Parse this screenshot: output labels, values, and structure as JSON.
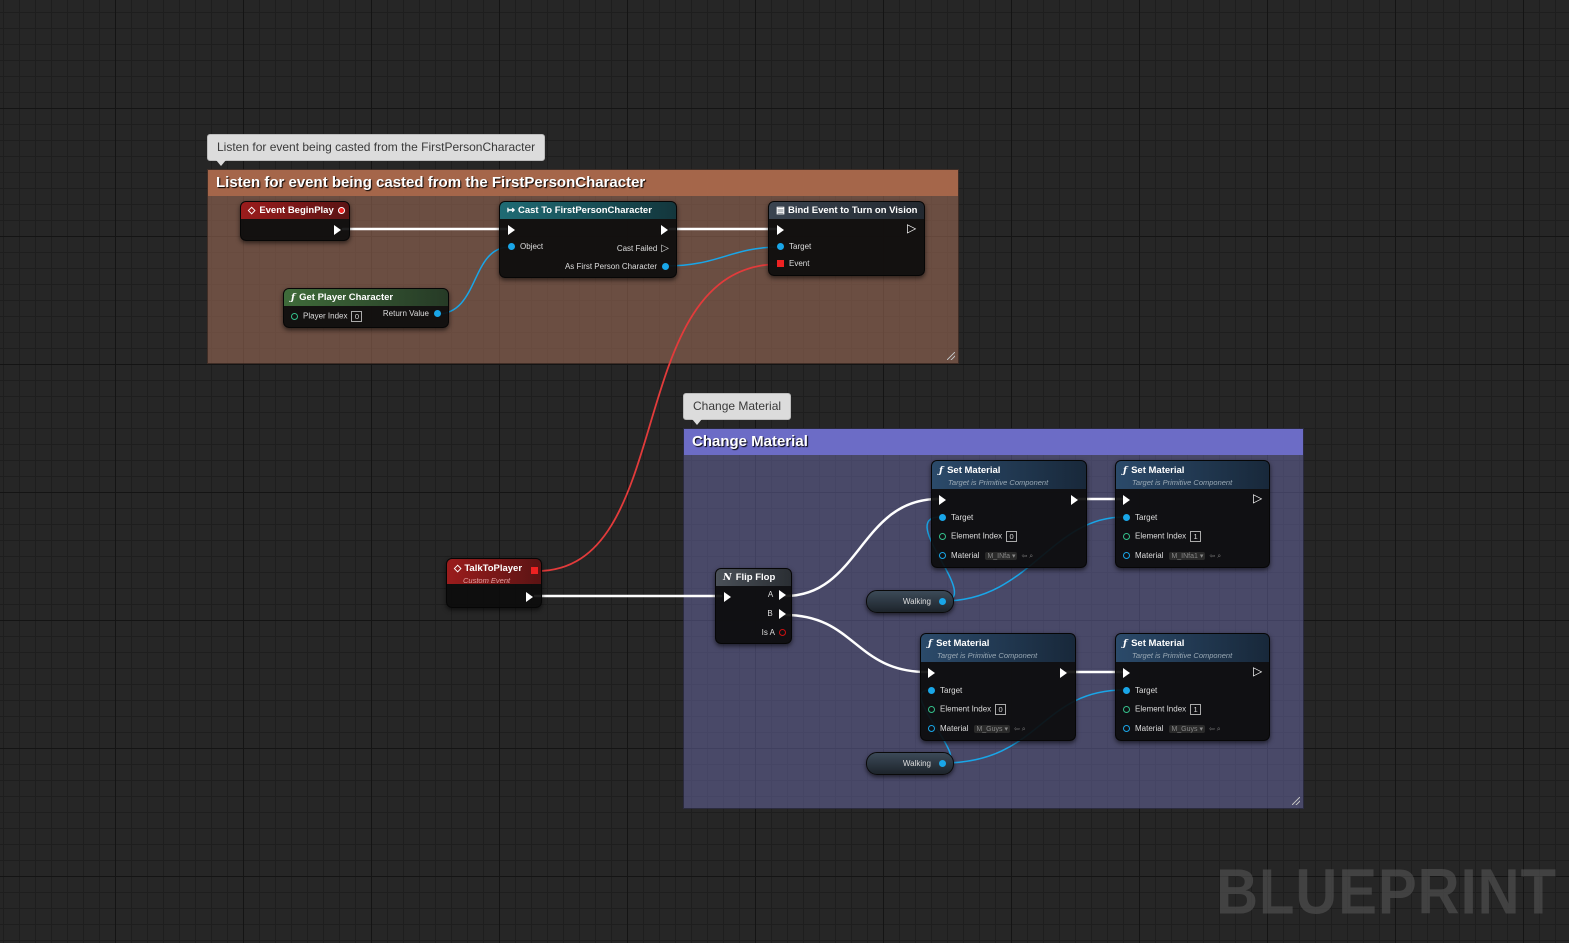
{
  "comments": [
    {
      "id": "listen",
      "bubble": "Listen for event being casted from the FirstPersonCharacter",
      "title": "Listen for event being casted from the FirstPersonCharacter",
      "header_color": "#a5664a",
      "body_color": "rgba(150,104,84,0.6)"
    },
    {
      "id": "change",
      "bubble": "Change Material",
      "title": "Change Material",
      "header_color": "#6c6cc6",
      "body_color": "rgba(108,108,170,0.5)"
    }
  ],
  "nodes": {
    "event_begin_play": {
      "title": "Event BeginPlay"
    },
    "get_player_character": {
      "title": "Get Player Character",
      "player_index_label": "Player Index",
      "player_index_value": "0",
      "return_label": "Return Value"
    },
    "cast": {
      "title": "Cast To FirstPersonCharacter",
      "object_label": "Object",
      "cast_failed_label": "Cast Failed",
      "as_label": "As First Person Character"
    },
    "bind_event": {
      "title": "Bind Event to Turn on Vision",
      "target_label": "Target",
      "event_label": "Event"
    },
    "talk_to_player": {
      "title": "TalkToPlayer",
      "subtitle": "Custom Event"
    },
    "flip_flop": {
      "title": "Flip Flop",
      "a_label": "A",
      "b_label": "B",
      "is_a_label": "Is A"
    },
    "set_materials": [
      {
        "title": "Set Material",
        "subtitle": "Target is Primitive Component",
        "target_label": "Target",
        "index_label": "Element Index",
        "index_value": "0",
        "material_label": "Material",
        "material_value": "M_INfa"
      },
      {
        "title": "Set Material",
        "subtitle": "Target is Primitive Component",
        "target_label": "Target",
        "index_label": "Element Index",
        "index_value": "1",
        "material_label": "Material",
        "material_value": "M_INfa1"
      },
      {
        "title": "Set Material",
        "subtitle": "Target is Primitive Component",
        "target_label": "Target",
        "index_label": "Element Index",
        "index_value": "0",
        "material_label": "Material",
        "material_value": "M_Guys"
      },
      {
        "title": "Set Material",
        "subtitle": "Target is Primitive Component",
        "target_label": "Target",
        "index_label": "Element Index",
        "index_value": "1",
        "material_label": "Material",
        "material_value": "M_Guys"
      }
    ],
    "walking_vars": [
      {
        "label": "Walking"
      },
      {
        "label": "Walking"
      }
    ]
  },
  "watermark": "BLUEPRINT",
  "colors": {
    "exec_wire": "#ffffff",
    "object_wire": "#19a6e8",
    "delegate_wire": "#e23b3b",
    "event_header": "#9b1c1c",
    "cast_header": "#1f6b74",
    "function_header": "#2b4a6a",
    "pure_header": "#3f6b3a",
    "macro_header": "#444a50",
    "bind_header": "#2e3540"
  }
}
